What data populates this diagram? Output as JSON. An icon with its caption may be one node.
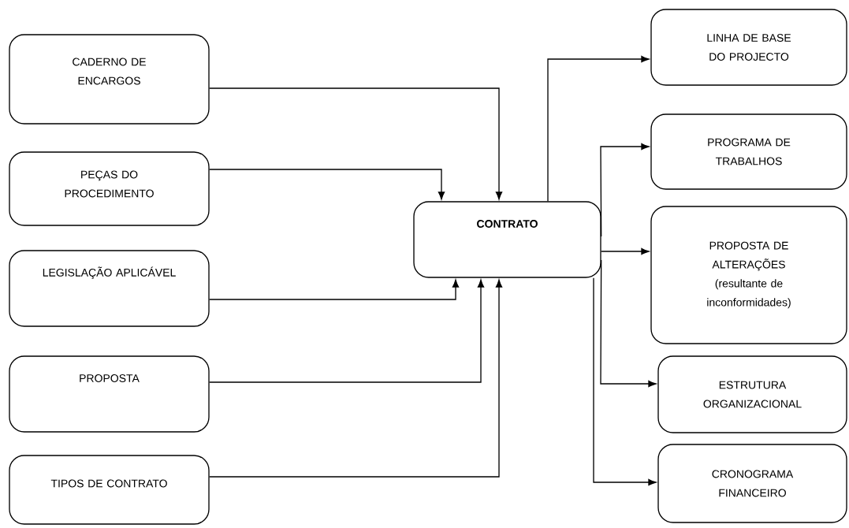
{
  "diagram": {
    "nodes": [
      {
        "text": [
          "CADERNO DE ENCARGOS"
        ]
      },
      {
        "text": [
          "PEÇAS DO PROCEDIMENTO"
        ]
      },
      {
        "text": [
          "LEGISLAÇÃO APLICÁVEL"
        ]
      },
      {
        "text": [
          "PROPOSTA"
        ]
      },
      {
        "text": [
          "TIPOS DE CONTRATO"
        ]
      },
      {
        "text": [
          "CONTRATO"
        ]
      },
      {
        "text": [
          "LINHA DE BASE DO PROJECTO"
        ]
      },
      {
        "text": [
          "PROGRAMA DE TRABALHOS"
        ]
      },
      {
        "text": [
          "PROPOSTA DE ALTERAÇÕES (resultante de inconformidades)"
        ]
      },
      {
        "text": [
          "ESTRUTURA ORGANIZACIONAL"
        ]
      },
      {
        "text": [
          "CRONOGRAMA FINANCEIRO"
        ]
      }
    ],
    "edges": [
      {
        "from": 0,
        "to": 5,
        "arrow": "to"
      },
      {
        "from": 1,
        "to": 5,
        "arrow": "to"
      },
      {
        "from": 2,
        "to": 5,
        "arrow": "to"
      },
      {
        "from": 3,
        "to": 5,
        "arrow": "to"
      },
      {
        "from": 4,
        "to": 5,
        "arrow": "to"
      },
      {
        "from": 5,
        "to": 6,
        "arrow": "to"
      },
      {
        "from": 5,
        "to": 7,
        "arrow": "to"
      },
      {
        "from": 5,
        "to": 8,
        "arrow": "to"
      },
      {
        "from": 5,
        "to": 9,
        "arrow": "to"
      },
      {
        "from": 5,
        "to": 10,
        "arrow": "to"
      }
    ]
  }
}
